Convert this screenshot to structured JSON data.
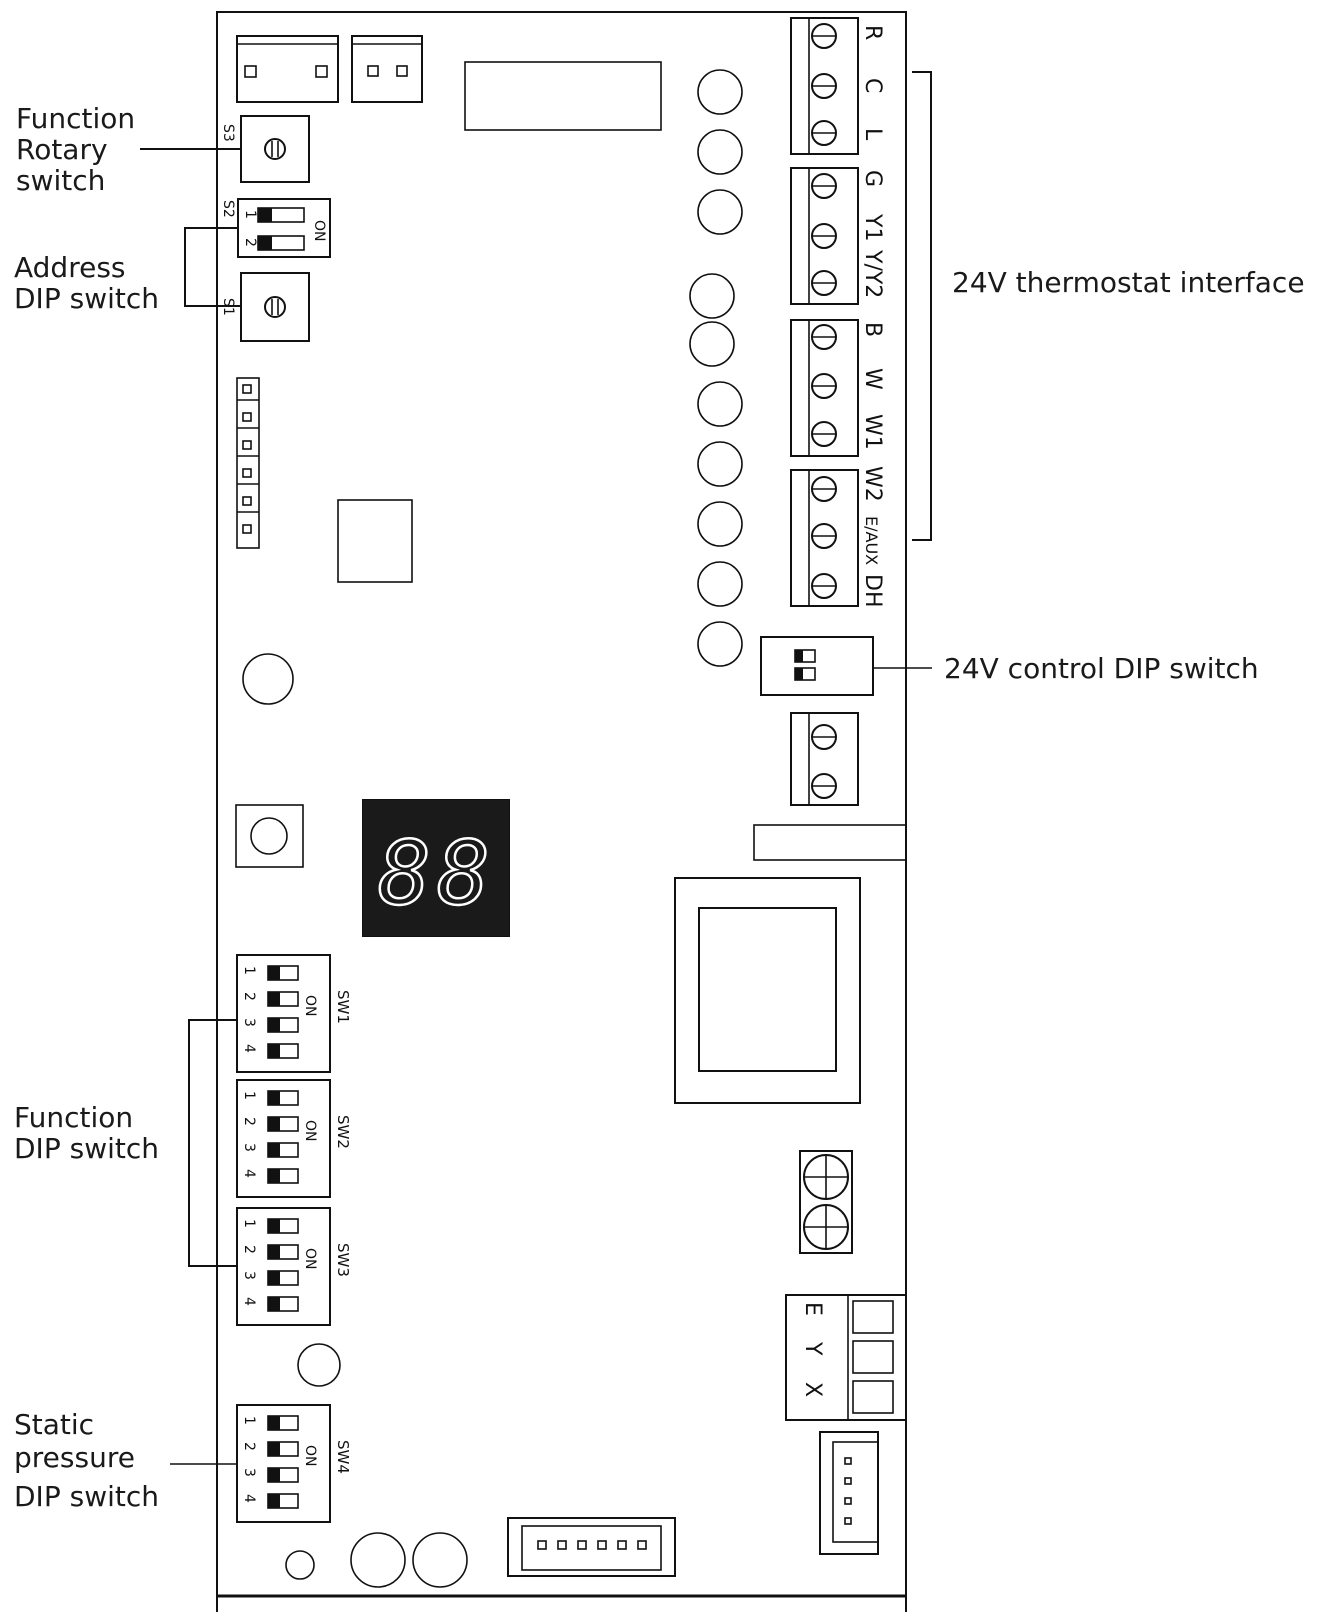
{
  "callouts": {
    "function_rotary": [
      "Function",
      "Rotary",
      "switch"
    ],
    "address_dip": [
      "Address",
      "DIP switch"
    ],
    "thermostat": "24V thermostat interface",
    "control_dip": "24V control DIP switch",
    "function_dip": [
      "Function",
      "DIP switch"
    ],
    "static_pressure": [
      "Static",
      "pressure",
      "DIP switch"
    ]
  },
  "switch_labels": {
    "s3": "S3",
    "s2": "S2",
    "s1": "S1",
    "s2_positions": [
      "1",
      "2"
    ],
    "on": "ON",
    "dip_positions": [
      "1",
      "2",
      "3",
      "4"
    ],
    "sw1": "SW1",
    "sw2": "SW2",
    "sw3": "SW3",
    "sw4": "SW4"
  },
  "thermostat_terminals": [
    "R",
    "C",
    "L",
    "G",
    "Y1",
    "Y/Y2",
    "B",
    "W",
    "W1",
    "W2",
    "E/AUX",
    "DH"
  ],
  "comm_terminals": [
    "E",
    "Y",
    "X"
  ],
  "display": "88"
}
